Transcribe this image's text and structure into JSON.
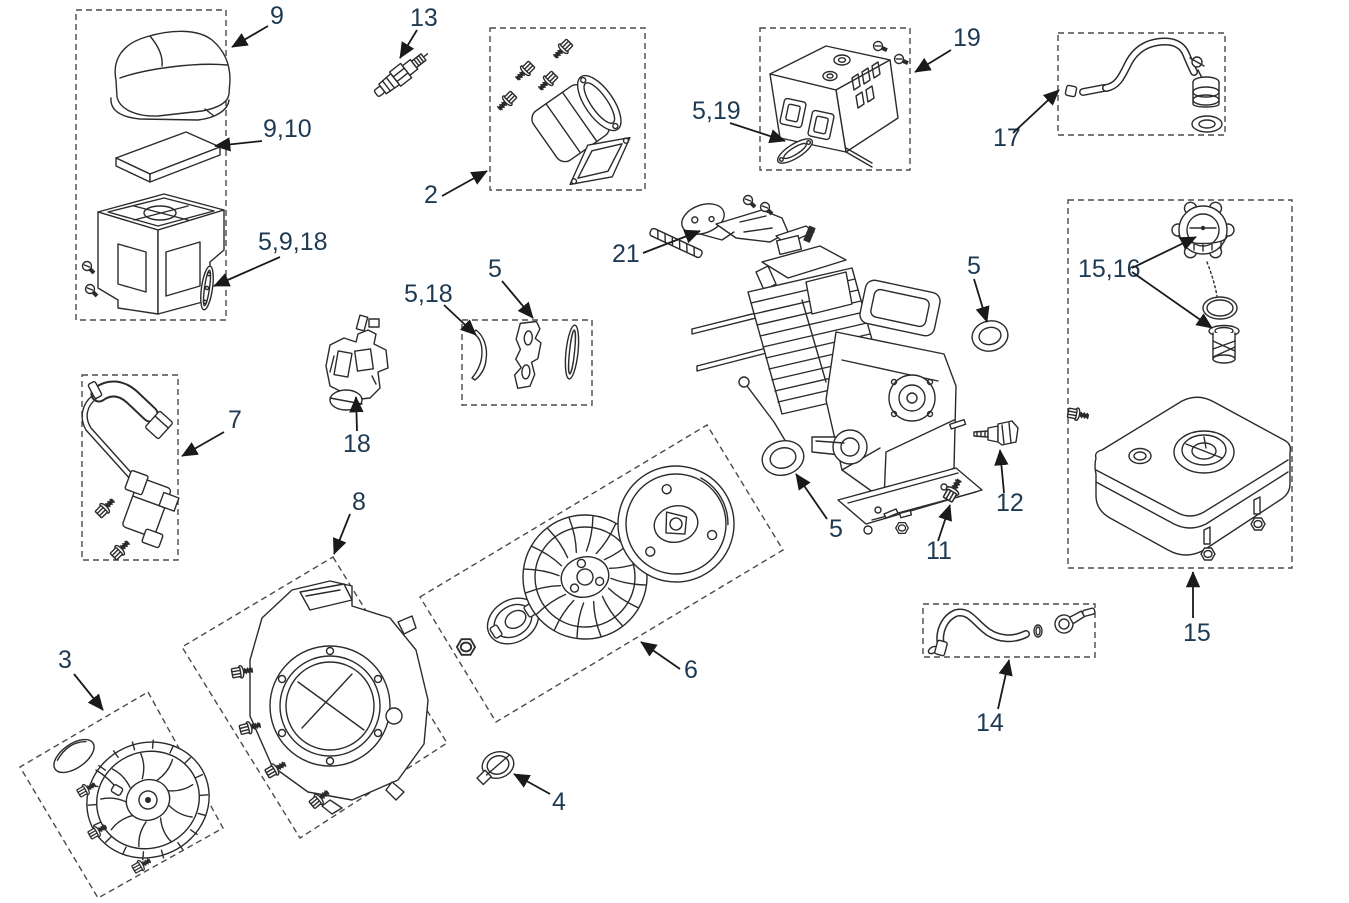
{
  "diagram": {
    "background": "#ffffff",
    "line_color": "#2b2b2b",
    "label_color": "#1e3a52"
  },
  "callouts": {
    "air_cleaner_assembly": "9",
    "air_filter_element": "9,10",
    "air_cleaner_gasket": "5,9,18",
    "spark_plug": "13",
    "muffler_assembly": "2",
    "control_box": "19",
    "control_box_gasket": "5,19",
    "breather_assembly": "17",
    "ignition_coil": "7",
    "carburetor": "18",
    "carburetor_gasket": "5,18",
    "gasket_set": "5",
    "throttle_control": "21",
    "crankcase_seal_upper": "5",
    "crankcase_seal_lower": "5",
    "fuel_valve": "12",
    "flange_bolt_11": "11",
    "fuel_cap_and_strainer": "15,16",
    "fuel_tank": "15",
    "fuel_line": "14",
    "flywheel_assembly": "6",
    "blower_housing": "8",
    "recoil_starter": "3",
    "flange_bolt_4": "4"
  }
}
